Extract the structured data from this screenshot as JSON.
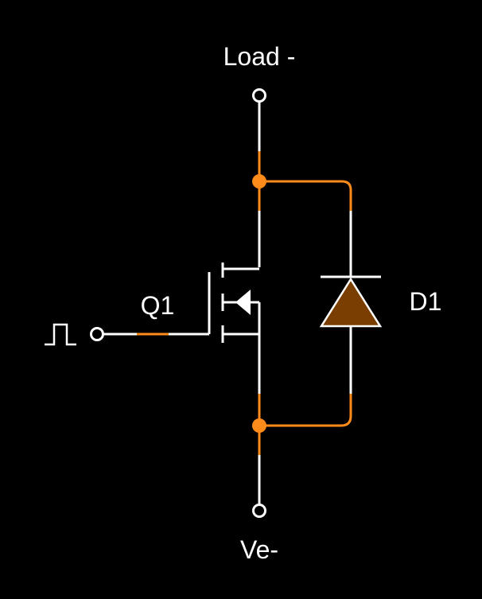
{
  "diagram": {
    "labels": {
      "top_terminal": "Load -",
      "bottom_terminal": "Ve-",
      "transistor": "Q1",
      "diode": "D1"
    },
    "colors": {
      "background": "#000000",
      "wire": "#ffffff",
      "active_wire": "#ff8c1a",
      "junction": "#ff8c1a",
      "diode_fill": "#7a3f00",
      "text": "#ffffff"
    },
    "icons": {
      "gate_input": "pulse-signal-icon",
      "transistor": "n-channel-mosfet-icon",
      "diode": "diode-icon"
    }
  }
}
